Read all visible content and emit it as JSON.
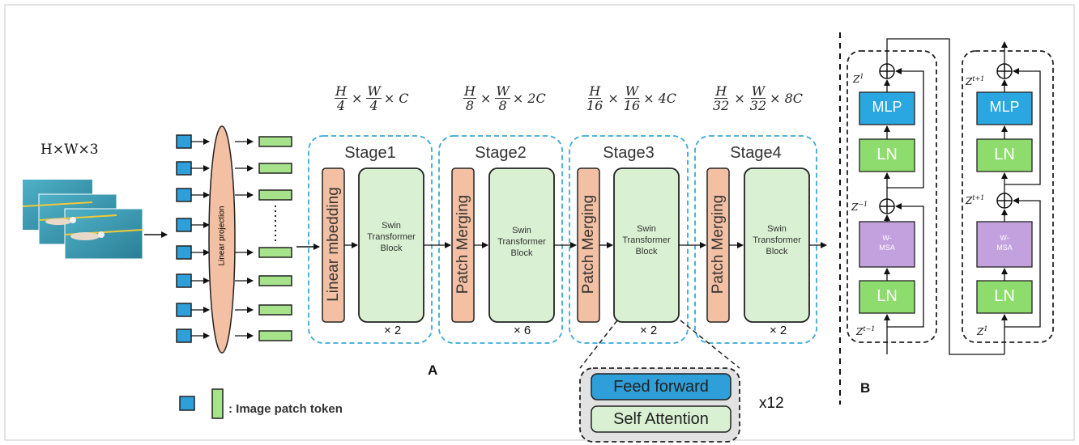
{
  "input": {
    "dims": "H×W×3"
  },
  "linear_projection": "Linear projection",
  "stage_dims": [
    {
      "h": "H",
      "hd": "4",
      "w": "W",
      "wd": "4",
      "ch": "× C"
    },
    {
      "h": "H",
      "hd": "8",
      "w": "W",
      "wd": "8",
      "ch": "× 2C"
    },
    {
      "h": "H",
      "hd": "16",
      "w": "W",
      "wd": "16",
      "ch": "× 4C"
    },
    {
      "h": "H",
      "hd": "32",
      "w": "W",
      "wd": "32",
      "ch": "× 8C"
    }
  ],
  "stages": [
    {
      "title": "Stage1",
      "side": "Linear mbedding",
      "block1": "Swin",
      "block2": "Transformer",
      "block3": "Block",
      "repeat": "× 2"
    },
    {
      "title": "Stage2",
      "side": "Patch Merging",
      "block1": "Swin",
      "block2": "Transformer",
      "block3": "Block",
      "repeat": "× 6"
    },
    {
      "title": "Stage3",
      "side": "Patch Merging",
      "block1": "Swin",
      "block2": "Transformer",
      "block3": "Block",
      "repeat": "× 2"
    },
    {
      "title": "Stage4",
      "side": "Patch Merging",
      "block1": "Swin",
      "block2": "Transformer",
      "block3": "Block",
      "repeat": "× 2"
    }
  ],
  "label_a": "A",
  "label_b": "B",
  "detail": {
    "feed_forward": "Feed forward",
    "self_attention": "Self Attention",
    "repeat": "x12"
  },
  "legend": {
    "text": ": Image patch token"
  },
  "block_detail": {
    "left": {
      "mlp": "MLP",
      "ln_top": "LN",
      "wmsa1": "W-",
      "wmsa2": "MSA",
      "ln_bottom": "LN",
      "z_top": "Z",
      "z_top_sup": "1",
      "z_mid": "Z",
      "z_mid_sup": "−1",
      "z_bot": "Z",
      "z_bot_sup": "t−1"
    },
    "right": {
      "mlp": "MLP",
      "ln_top": "LN",
      "wmsa1": "W-",
      "wmsa2": "MSA",
      "ln_bottom": "LN",
      "z_top": "Z",
      "z_top_sup": "t+1",
      "z_mid": "Z",
      "z_mid_sup": "t+1",
      "z_bot": "Z",
      "z_bot_sup": "1"
    }
  },
  "colors": {
    "stage_border": "#3ba8d8",
    "swin_fill": "#d9f0d3",
    "merge_fill": "#f4c0a4",
    "token_blue": "#2e9fd8",
    "token_green": "#a6e38a",
    "mlp_blue": "#2aa7e0",
    "ln_green": "#8fdc6e",
    "wmsa_purple": "#c3a1de"
  }
}
